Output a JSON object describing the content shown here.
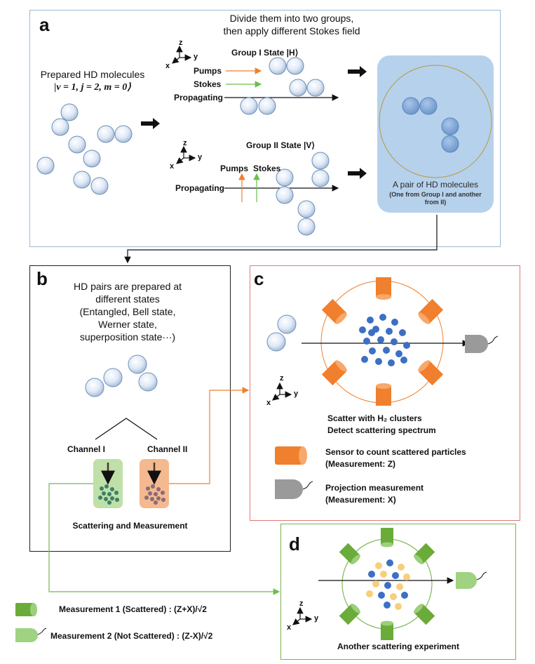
{
  "panel_a": {
    "label": "a",
    "heading_line1": "Divide them into two groups,",
    "heading_line2": "then apply different Stokes field",
    "prepared_label": "Prepared HD molecules",
    "prepared_state": "|v = 1, j = 2, m = 0⟩",
    "group1_label": "Group I State |H⟩",
    "group2_label": "Group II State |V⟩",
    "pumps": "Pumps",
    "stokes": "Stokes",
    "propagating": "Propagating",
    "axis_z": "z",
    "axis_y": "y",
    "axis_x": "x",
    "pair_label": "A pair of HD molecules",
    "pair_sub_line1": "(One from Group I and another",
    "pair_sub_line2": "from II)"
  },
  "panel_b": {
    "label": "b",
    "text_line1": "HD pairs are prepared at",
    "text_line2": "different states",
    "text_line3": "(Entangled, Bell state,",
    "text_line4": "Werner state,",
    "text_line5": "superposition state···)",
    "channel1": "Channel I",
    "channel2": "Channel II",
    "bottom": "Scattering and Measurement"
  },
  "panel_c": {
    "label": "c",
    "scatter_line1": "Scatter with H₂ clusters",
    "scatter_line2": "Detect scattering spectrum",
    "sensor_line1": "Sensor to count scattered particles",
    "sensor_line2": "(Measurement: Z)",
    "proj_line1": "Projection measurement",
    "proj_line2": "(Measurement: X)"
  },
  "panel_d": {
    "label": "d",
    "caption": "Another scattering experiment"
  },
  "legend": {
    "m1": "Measurement 1 (Scattered) : (Z+X)/√2",
    "m2": "Measurement 2 (Not Scattered) : (Z-X)/√2"
  },
  "colors": {
    "pump": "#f07f2e",
    "stokes": "#6abf4b",
    "sensor_orange": "#f07f2e",
    "sensor_green": "#6aab3a",
    "cluster_blue": "#3d6fc4",
    "cluster_yellow": "#f7cf7a",
    "pair_box": "#b6d1ec"
  }
}
